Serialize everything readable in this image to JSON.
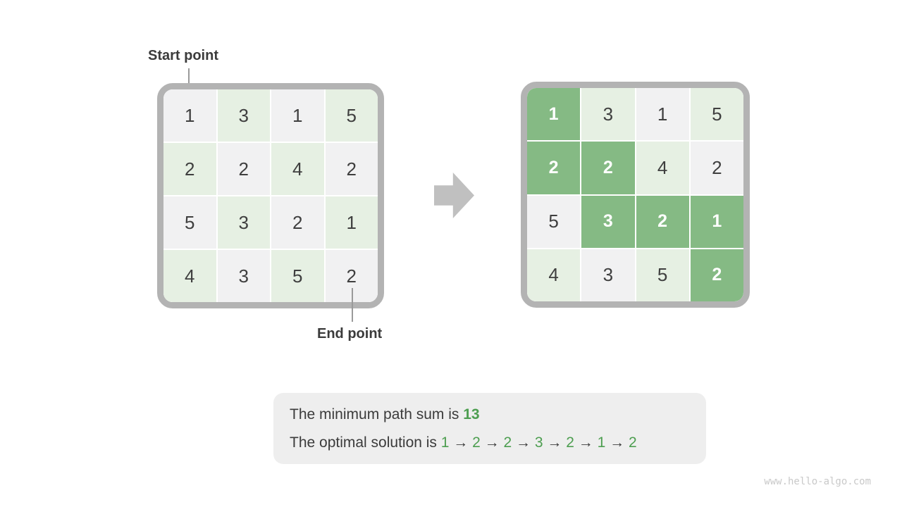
{
  "labels": {
    "start_point": "Start point",
    "end_point": "End point"
  },
  "left_grid": {
    "values": [
      [
        1,
        3,
        1,
        5
      ],
      [
        2,
        2,
        4,
        2
      ],
      [
        5,
        3,
        2,
        1
      ],
      [
        4,
        3,
        5,
        2
      ]
    ]
  },
  "right_grid": {
    "values": [
      [
        1,
        3,
        1,
        5
      ],
      [
        2,
        2,
        4,
        2
      ],
      [
        5,
        3,
        2,
        1
      ],
      [
        4,
        3,
        5,
        2
      ]
    ],
    "path_cells": [
      [
        0,
        0
      ],
      [
        1,
        0
      ],
      [
        1,
        1
      ],
      [
        2,
        1
      ],
      [
        2,
        2
      ],
      [
        2,
        3
      ],
      [
        3,
        3
      ]
    ]
  },
  "summary": {
    "line1_prefix": "The minimum path sum is ",
    "line1_value": "13",
    "line2_prefix": "The optimal solution is ",
    "line2_path": [
      "1",
      "2",
      "2",
      "3",
      "2",
      "1",
      "2"
    ],
    "arrow_separator": "→"
  },
  "watermark": "www.hello-algo.com",
  "colors": {
    "path_green": "#85ba84",
    "light_green": "#e6f0e3",
    "light_gray": "#f1f1f2",
    "grid_border": "#b3b3b3",
    "arrow_gray": "#c0c0c0",
    "text_dark": "#3b3b3b",
    "text_green": "#4d9e50",
    "box_bg": "#eeeeee",
    "watermark_gray": "#c9c9c9"
  }
}
